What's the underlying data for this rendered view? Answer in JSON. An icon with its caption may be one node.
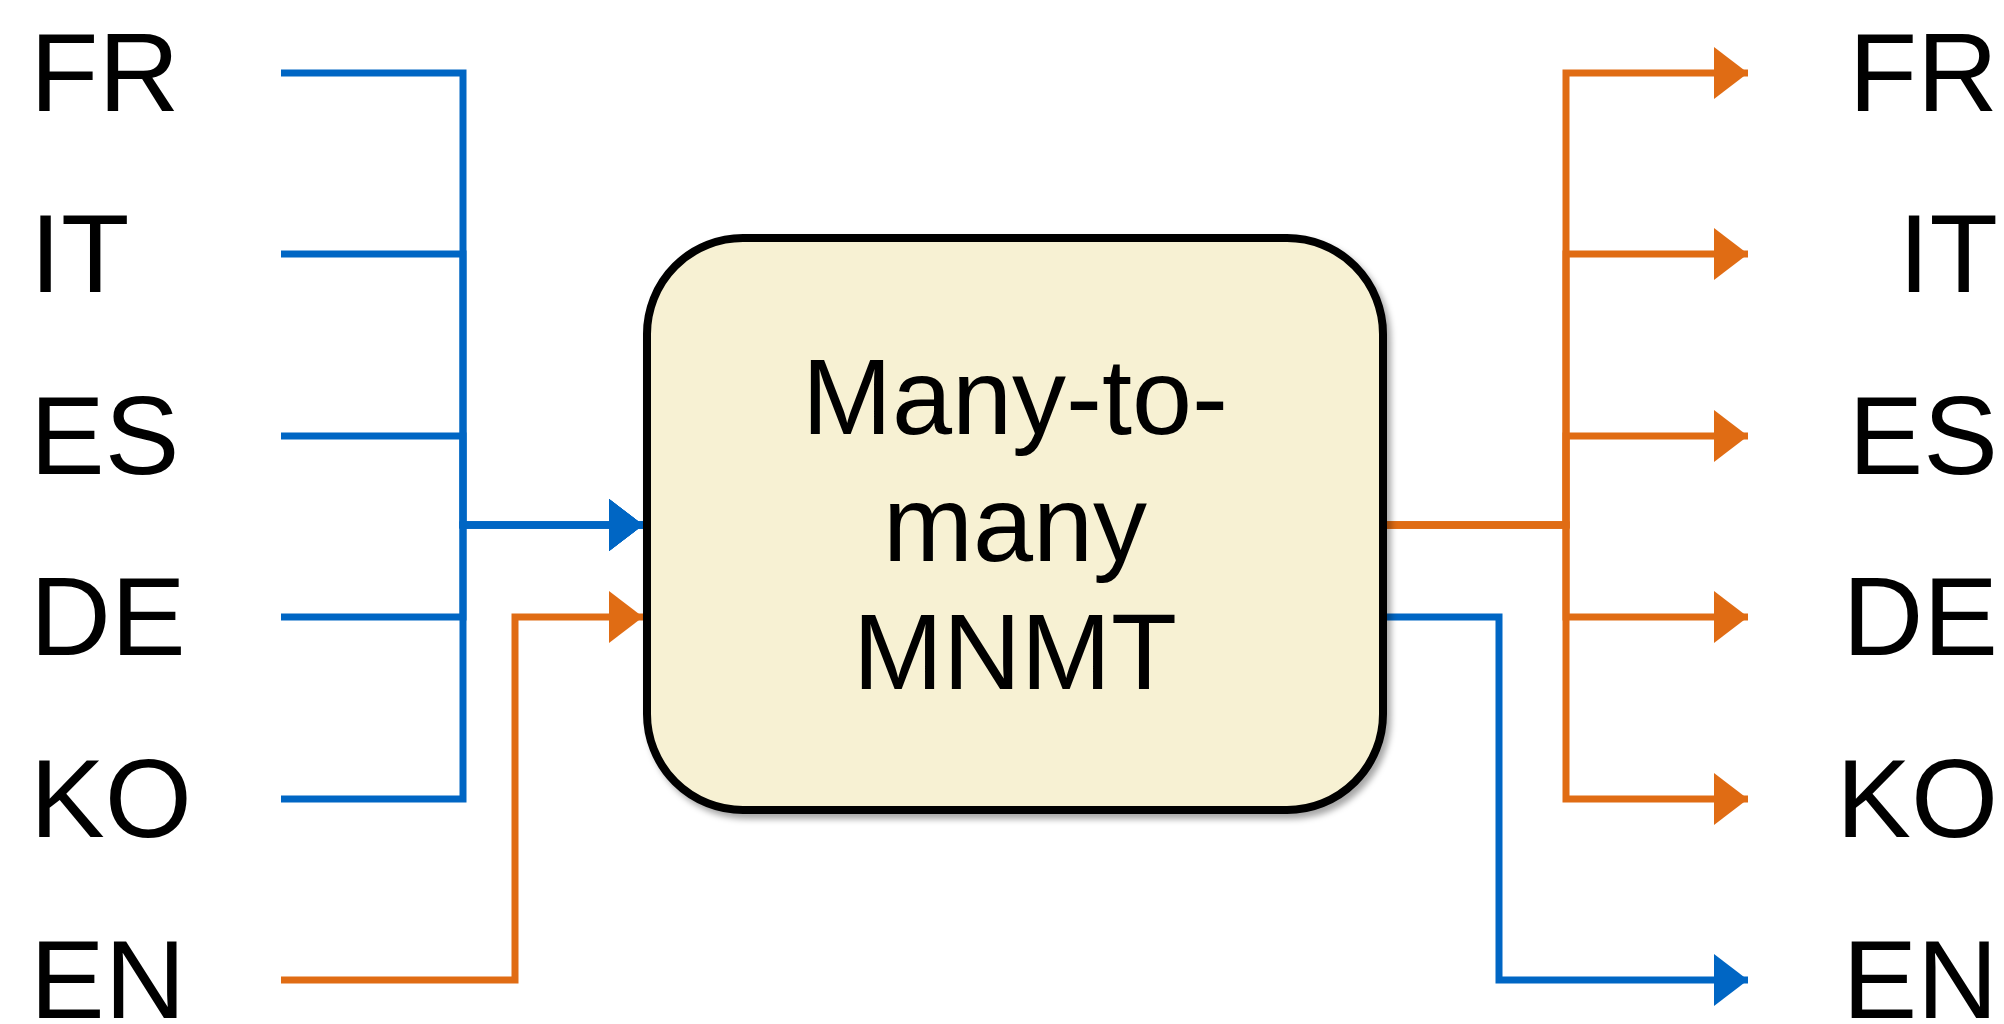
{
  "diagram": {
    "nodes": [
      {
        "text": [
          "FR"
        ]
      },
      {
        "text": [
          "IT"
        ]
      },
      {
        "text": [
          "ES"
        ]
      },
      {
        "text": [
          "DE"
        ]
      },
      {
        "text": [
          "KO"
        ]
      },
      {
        "text": [
          "EN"
        ]
      },
      {
        "text": [
          "Many-to-many MNMT"
        ]
      },
      {
        "text": [
          "FR"
        ]
      },
      {
        "text": [
          "IT"
        ]
      },
      {
        "text": [
          "ES"
        ]
      },
      {
        "text": [
          "DE"
        ]
      },
      {
        "text": [
          "KO"
        ]
      },
      {
        "text": [
          "EN"
        ]
      }
    ],
    "edges": [
      {
        "from": 0,
        "to": 6,
        "arrow": "to",
        "color": "#0066c4"
      },
      {
        "from": 1,
        "to": 6,
        "arrow": "to",
        "color": "#0066c4"
      },
      {
        "from": 2,
        "to": 6,
        "arrow": "to",
        "color": "#0066c4"
      },
      {
        "from": 3,
        "to": 6,
        "arrow": "to",
        "color": "#0066c4"
      },
      {
        "from": 4,
        "to": 6,
        "arrow": "to",
        "color": "#0066c4"
      },
      {
        "from": 5,
        "to": 6,
        "arrow": "to",
        "color": "#e06c14"
      },
      {
        "from": 6,
        "to": 7,
        "arrow": "to",
        "color": "#e06c14"
      },
      {
        "from": 6,
        "to": 8,
        "arrow": "to",
        "color": "#e06c14"
      },
      {
        "from": 6,
        "to": 9,
        "arrow": "to",
        "color": "#e06c14"
      },
      {
        "from": 6,
        "to": 10,
        "arrow": "to",
        "color": "#e06c14"
      },
      {
        "from": 6,
        "to": 11,
        "arrow": "to",
        "color": "#e06c14"
      },
      {
        "from": 6,
        "to": 12,
        "arrow": "to",
        "color": "#0066c4"
      }
    ]
  }
}
